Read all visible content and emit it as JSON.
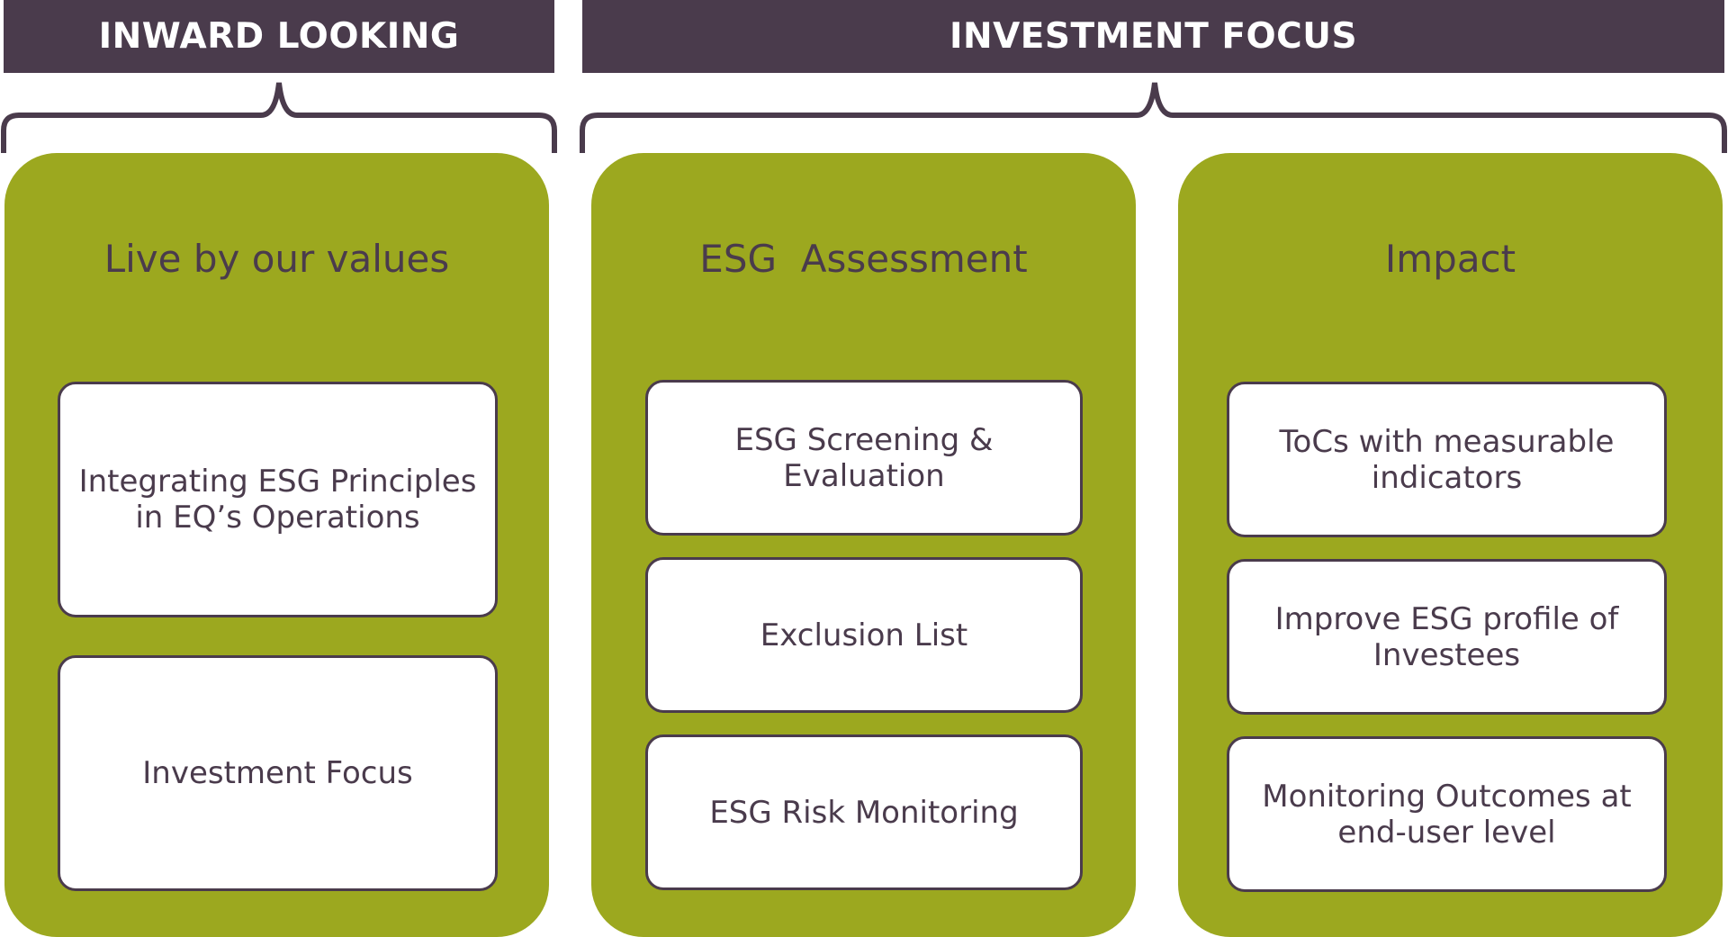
{
  "colors": {
    "header_bg": "#4a3b4c",
    "panel_bg": "#9ca81f",
    "card_bg": "#ffffff",
    "text": "#4a3b4c"
  },
  "headers": {
    "inward": "INWARD LOOKING",
    "investment": "INVESTMENT FOCUS"
  },
  "panels": [
    {
      "title": "Live by our values",
      "cards": [
        "Integrating ESG Principles in EQ’s Operations",
        "Investment Focus"
      ]
    },
    {
      "title": "ESG  Assessment",
      "cards": [
        "ESG Screening & Evaluation",
        "Exclusion List",
        "ESG Risk Monitoring"
      ]
    },
    {
      "title": "Impact",
      "cards": [
        "ToCs with measurable indicators",
        "Improve ESG profile of Investees",
        "Monitoring Outcomes at end-user level"
      ]
    }
  ]
}
